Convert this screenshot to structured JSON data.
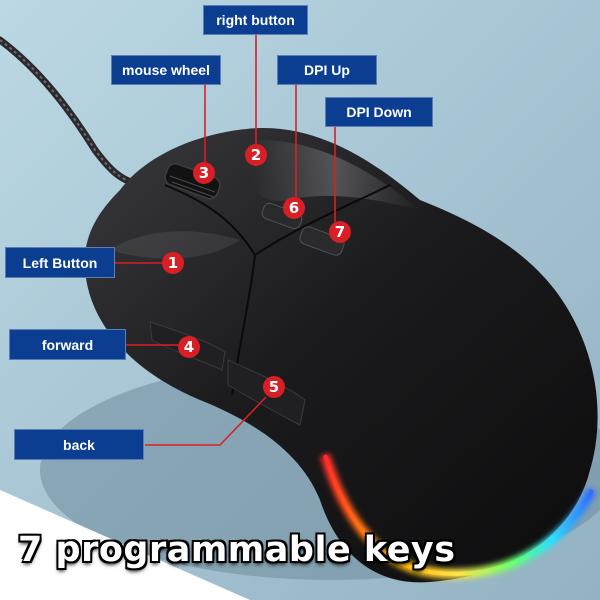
{
  "labels": {
    "right_button": "right button",
    "mouse_wheel": "mouse wheel",
    "dpi_up": "DPI Up",
    "dpi_down": "DPI Down",
    "left_button": "Left Button",
    "forward": "forward",
    "back": "back"
  },
  "badges": {
    "b1": "1",
    "b2": "2",
    "b3": "3",
    "b4": "4",
    "b5": "5",
    "b6": "6",
    "b7": "7"
  },
  "caption": "7 programmable keys",
  "colors": {
    "label_bg": "#0b3d91",
    "badge": "#d81f26",
    "leader": "#d81f26",
    "mouse_body": "#1c1c1e",
    "background": "#a9c7d6"
  }
}
